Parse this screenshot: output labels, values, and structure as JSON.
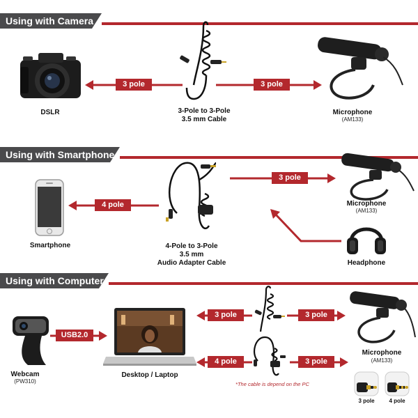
{
  "sections": {
    "camera": "Using with Camera",
    "smartphone": "Using with Smartphone",
    "computer": "Using with Computer"
  },
  "camera": {
    "dslr_label": "DSLR",
    "cable_label_1": "3-Pole to 3-Pole",
    "cable_label_2": "3.5 mm Cable",
    "mic_label": "Microphone",
    "mic_model": "(AM133)",
    "left_tag": "3 pole",
    "right_tag": "3 pole"
  },
  "smartphone": {
    "phone_label": "Smartphone",
    "cable_label_1": "4-Pole to 3-Pole",
    "cable_label_2": "3.5 mm",
    "cable_label_3": "Audio Adapter Cable",
    "mic_label": "Microphone",
    "mic_model": "(AM133)",
    "headphone_label": "Headphone",
    "left_tag": "4 pole",
    "right_tag": "3 pole"
  },
  "computer": {
    "webcam_label": "Webcam",
    "webcam_model": "(PW310)",
    "laptop_label": "Desktop / Laptop",
    "usb_tag": "USB2.0",
    "top_left_tag": "3 pole",
    "top_right_tag": "3 pole",
    "bottom_left_tag": "4 pole",
    "bottom_right_tag": "3 pole",
    "note": "*The cable is depend on the PC",
    "mic_label": "Microphone",
    "mic_model": "(AM133)",
    "plug_3pole": "3 pole",
    "plug_4pole": "4 pole"
  },
  "colors": {
    "accent": "#b3282d",
    "header": "#4a4a4c",
    "device": "#1a1a1a"
  }
}
